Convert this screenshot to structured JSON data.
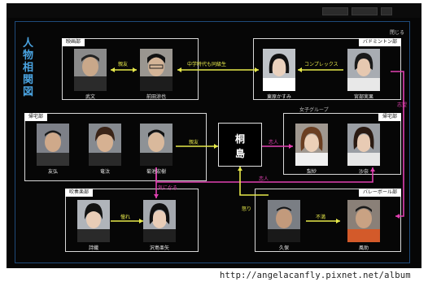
{
  "title": "人物相関図",
  "close_label": "閉じる",
  "center": {
    "line1": "桐",
    "line2": "島"
  },
  "groups": {
    "eiga": "映画部",
    "badminton": "バドミントン部",
    "kitaku": "帰宅部",
    "suisou": "吹奏楽部",
    "volley": "バレーボール部",
    "girls": "女子グループ"
  },
  "people": {
    "takefumi": "武文",
    "maeda": "前田涼也",
    "kasumi": "東原かすみ",
    "mika": "宮部実果",
    "tomohiro": "友弘",
    "ryuta": "竜汰",
    "hiroki": "菊池宏樹",
    "risa": "梨紗",
    "sana": "沙奈",
    "shiori": "詩織",
    "aya": "沢島亜矢",
    "kubo": "久保",
    "fusuke": "風助"
  },
  "edges": {
    "shinyu": "親友",
    "chugaku": "中学時代も同級生",
    "complex": "コンプレックス",
    "shinyu2": "親友",
    "koibito": "恋人",
    "koibito2": "恋人",
    "kininaru": "気になる",
    "sakura": "憧れ",
    "ikari": "怒り",
    "fuman": "不満",
    "shiyu": "志望"
  },
  "colors": {
    "accent": "#4aa3e0",
    "yellow": "#e6e84a",
    "pink": "#e040b0",
    "frame": "#1f4a7a"
  },
  "watermark": "http://angelacanfly.pixnet.net/album"
}
